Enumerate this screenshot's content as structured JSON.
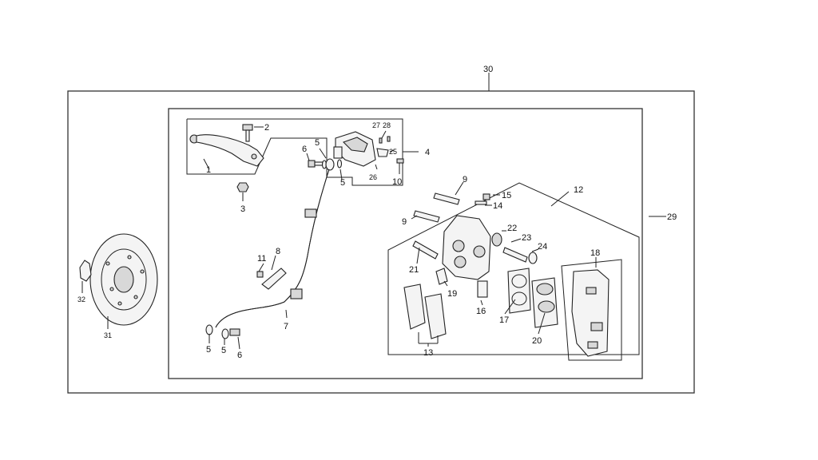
{
  "diagram": {
    "callouts": {
      "c1": "1",
      "c2": "2",
      "c3": "3",
      "c4": "4",
      "c5a": "5",
      "c5b": "5",
      "c5c": "5",
      "c5d": "5",
      "c6a": "6",
      "c6b": "6",
      "c7": "7",
      "c8": "8",
      "c9a": "9",
      "c9b": "9",
      "c10": "10",
      "c11": "11",
      "c12": "12",
      "c13": "13",
      "c14": "14",
      "c15": "15",
      "c16": "16",
      "c17": "17",
      "c18": "18",
      "c19": "19",
      "c20": "20",
      "c21": "21",
      "c22": "22",
      "c23": "23",
      "c24": "24",
      "c25": "25",
      "c26": "26",
      "c27": "27",
      "c28": "28",
      "c29": "29",
      "c30": "30",
      "c31": "31",
      "c32": "32"
    }
  }
}
